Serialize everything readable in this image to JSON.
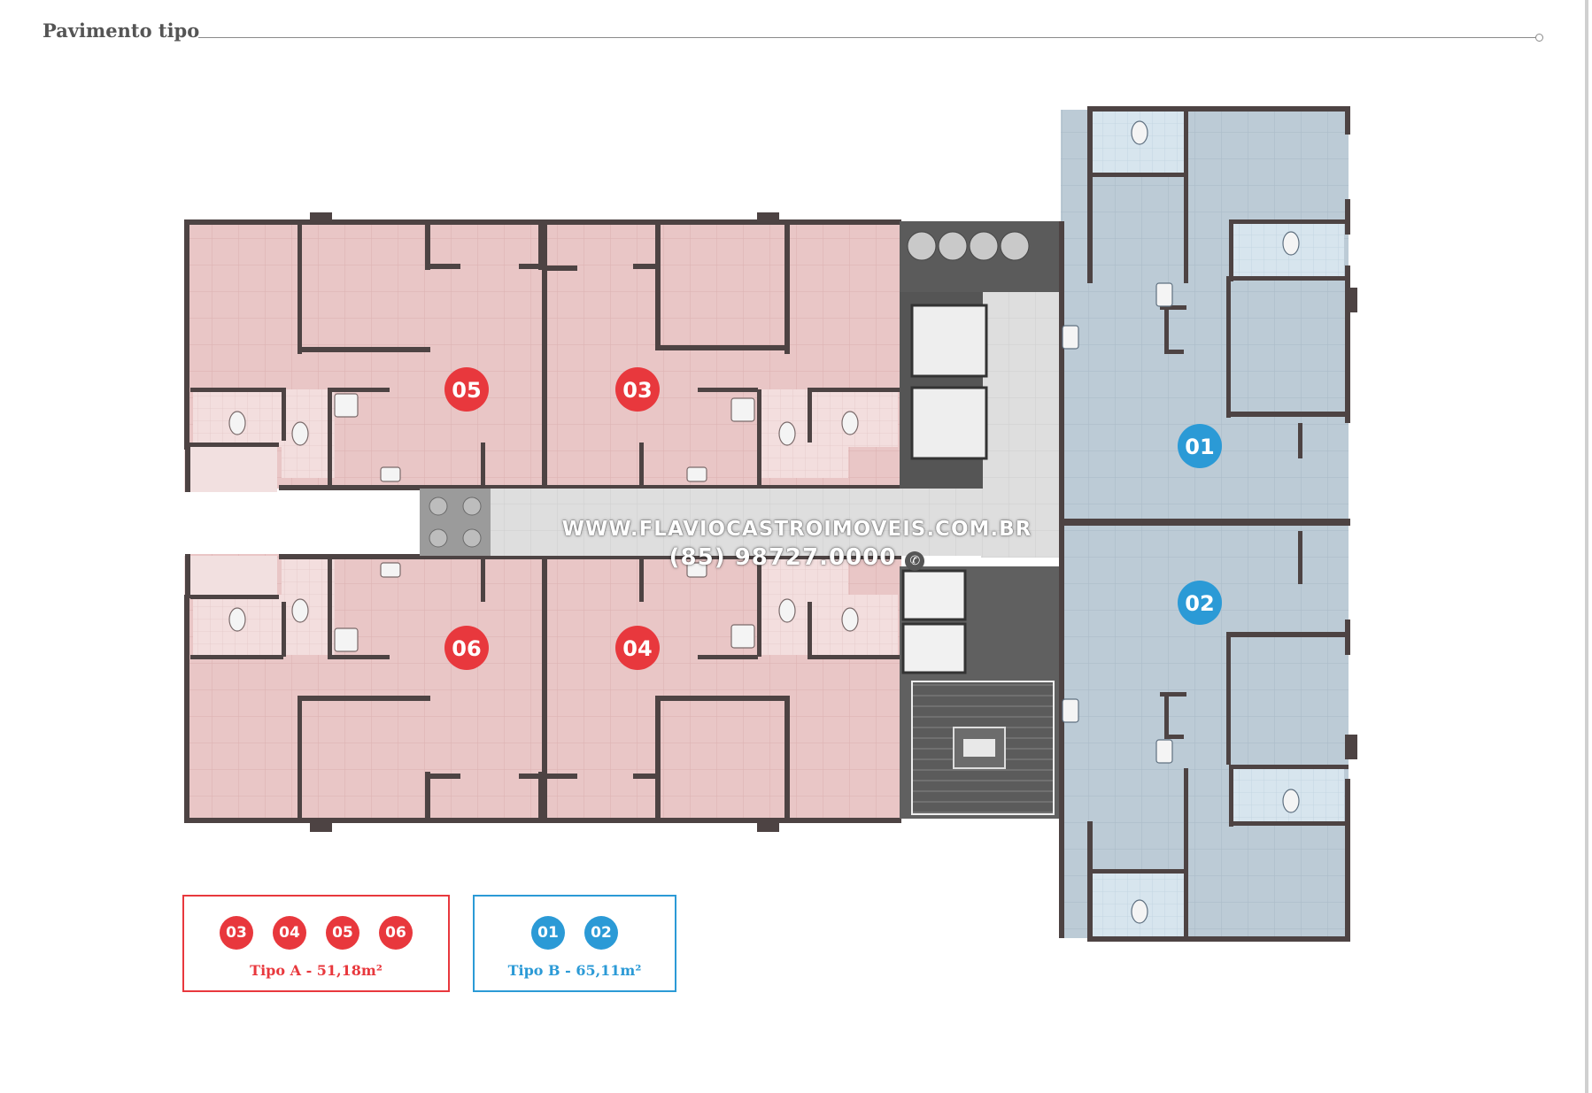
{
  "header": {
    "title": "Pavimento tipo"
  },
  "units": [
    {
      "id": "05",
      "type": "A"
    },
    {
      "id": "03",
      "type": "A"
    },
    {
      "id": "06",
      "type": "A"
    },
    {
      "id": "04",
      "type": "A"
    },
    {
      "id": "01",
      "type": "B"
    },
    {
      "id": "02",
      "type": "B"
    }
  ],
  "colors": {
    "type_a_badge": "#e8383d",
    "type_b_badge": "#2b9ad6",
    "type_a_fill": "#e8c4c4",
    "type_b_fill": "#b9c8d4",
    "wall": "#4d4343",
    "core": "#595959",
    "corridor": "#dadada"
  },
  "legend": {
    "type_a": {
      "badges": [
        "03",
        "04",
        "05",
        "06"
      ],
      "label": "Tipo A - 51,18m²"
    },
    "type_b": {
      "badges": [
        "01",
        "02"
      ],
      "label": "Tipo B - 65,11m²"
    }
  },
  "watermark": {
    "site": "WWW.FLAVIOCASTROIMOVEIS.COM.BR",
    "phone": "(85) 98727.0000",
    "phone_icon": "whatsapp-icon"
  }
}
